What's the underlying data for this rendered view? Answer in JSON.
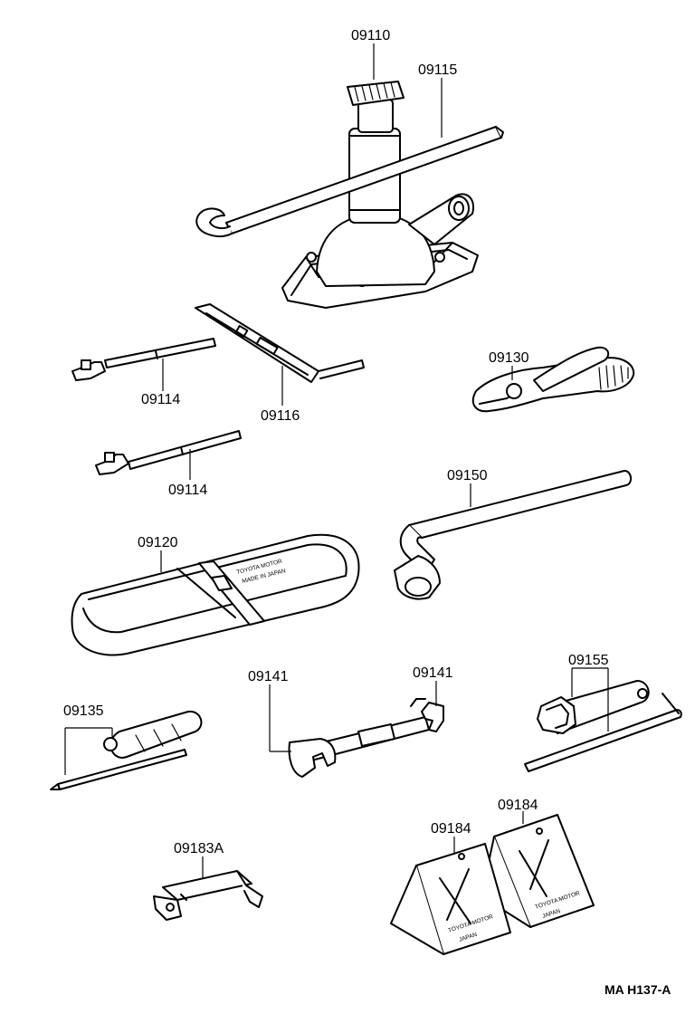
{
  "labels": {
    "jack": "09110",
    "jack_handle": "09115",
    "handle_rod_1": "09114",
    "handle_rod_2": "09114",
    "jack_handle_bar": "09116",
    "pliers": "09130",
    "wheel_nut_wrench": "09150",
    "tool_bag": "09120",
    "screwdriver": "09135",
    "wrench_left": "09141",
    "wrench_right": "09141",
    "box_wrench": "09155",
    "clip": "09183A",
    "chock_front": "09184",
    "chock_back": "09184"
  },
  "bag_text": [
    "TOYOTA MOTOR",
    "MADE IN JAPAN"
  ],
  "chock_text": [
    "TOYOTA MOTOR",
    "JAPAN"
  ],
  "reference": "MA H137-A"
}
